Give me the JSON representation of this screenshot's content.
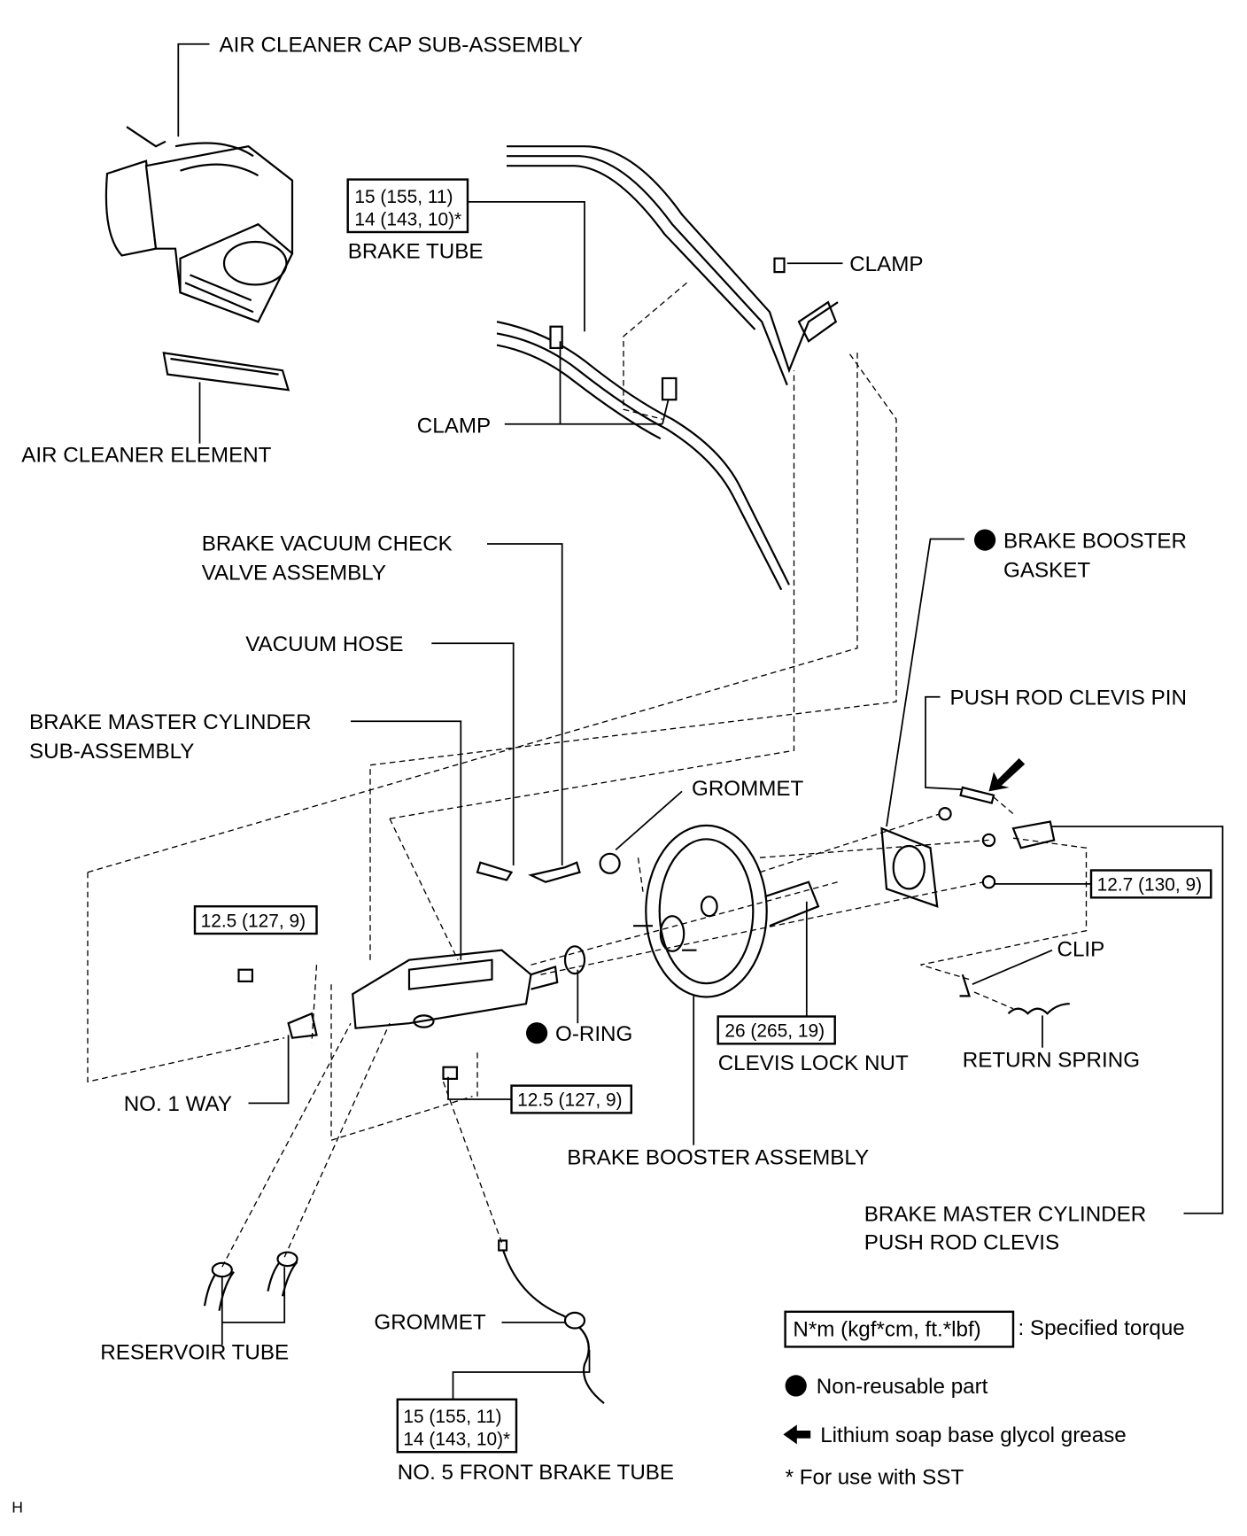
{
  "figure_code": "H",
  "labels": {
    "air_cleaner_cap": "AIR CLEANER CAP SUB-ASSEMBLY",
    "air_cleaner_element": "AIR CLEANER ELEMENT",
    "brake_tube": "BRAKE TUBE",
    "clamp_upper": "CLAMP",
    "clamp_lower": "CLAMP",
    "check_valve_1": "BRAKE VACUUM CHECK",
    "check_valve_2": "VALVE ASSEMBLY",
    "vacuum_hose": "VACUUM HOSE",
    "master_cyl_1": "BRAKE MASTER CYLINDER",
    "master_cyl_2": "SUB-ASSEMBLY",
    "grommet_upper": "GROMMET",
    "booster_gasket_1": "BRAKE BOOSTER",
    "booster_gasket_2": "GASKET",
    "push_rod_clevis_pin": "PUSH ROD CLEVIS PIN",
    "clip": "CLIP",
    "o_ring": "O-RING",
    "clevis_lock_nut": "CLEVIS LOCK NUT",
    "return_spring": "RETURN SPRING",
    "no1_way": "NO. 1 WAY",
    "booster_assembly": "BRAKE BOOSTER ASSEMBLY",
    "push_rod_clevis_1": "BRAKE MASTER CYLINDER",
    "push_rod_clevis_2": "PUSH ROD CLEVIS",
    "grommet_lower": "GROMMET",
    "reservoir_tube": "RESERVOIR TUBE",
    "no5_front_brake_tube": "NO. 5 FRONT BRAKE TUBE"
  },
  "torques": {
    "brake_tube": [
      "15 (155, 11)",
      "14 (143, 10)*"
    ],
    "booster_nut": "12.7 (130, 9)",
    "master_cyl_nut_upper": "12.5 (127, 9)",
    "master_cyl_nut_lower": "12.5 (127, 9)",
    "clevis_lock_nut": "26 (265, 19)",
    "no5_front_brake_tube": [
      "15 (155, 11)",
      "14 (143, 10)*"
    ]
  },
  "legend": {
    "torque_box": "N*m (kgf*cm, ft.*lbf)",
    "torque_desc": ": Specified torque",
    "non_reusable": "Non-reusable part",
    "grease": "Lithium soap base glycol grease",
    "sst": "* For use with SST"
  }
}
